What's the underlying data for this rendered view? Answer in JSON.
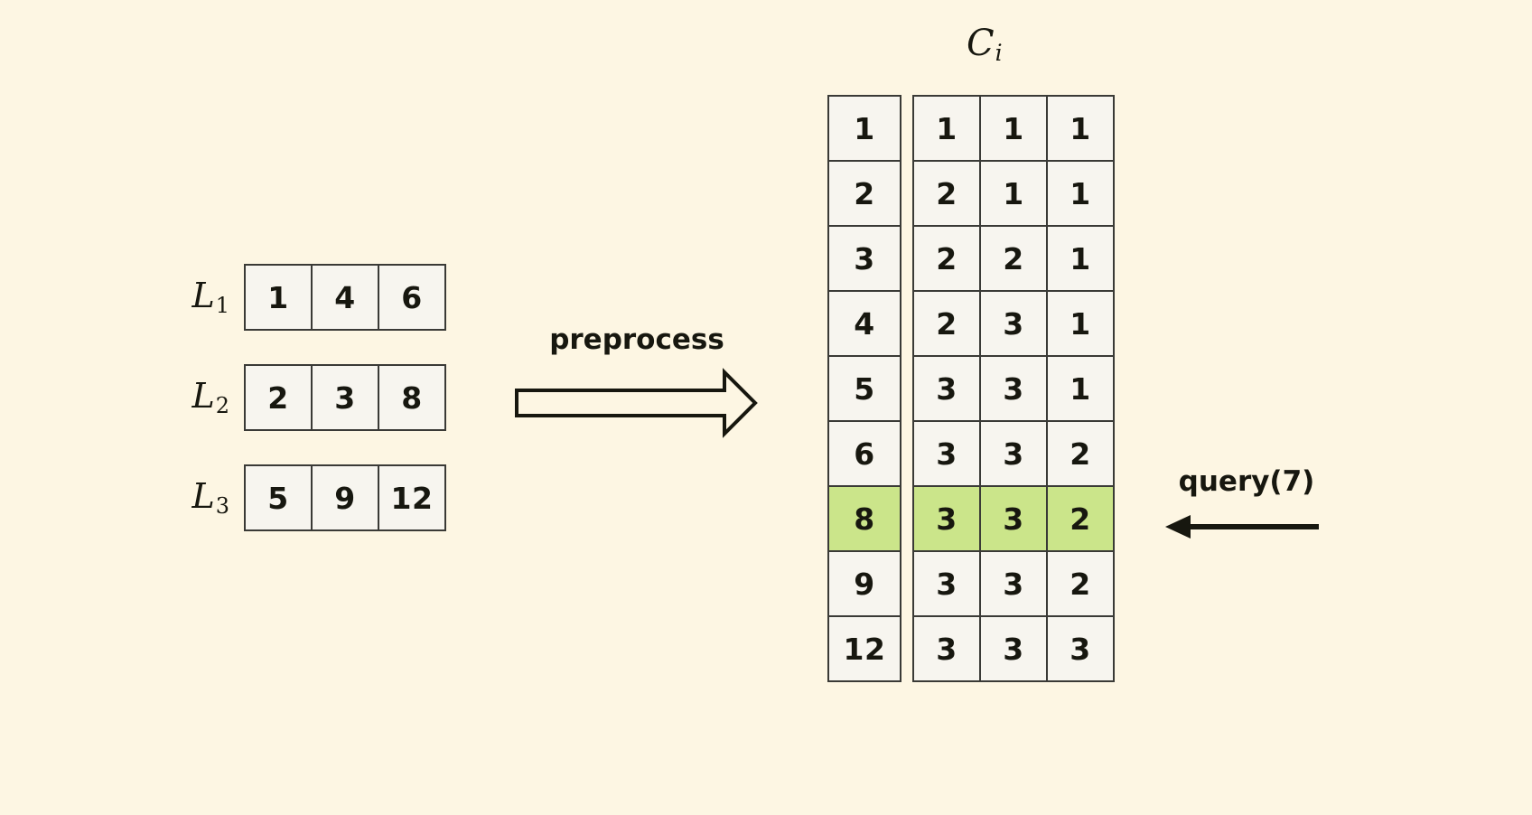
{
  "figure": {
    "background_color": "#fdf6e3",
    "cell_fill": "#f7f5ef",
    "cell_border": "#3a3a36",
    "highlight_color": "#cbe58a",
    "text_color": "#17170f"
  },
  "lists": [
    {
      "label": "L",
      "subscript": "1",
      "values": [
        "1",
        "4",
        "6"
      ]
    },
    {
      "label": "L",
      "subscript": "2",
      "values": [
        "2",
        "3",
        "8"
      ]
    },
    {
      "label": "L",
      "subscript": "3",
      "values": [
        "5",
        "9",
        "12"
      ]
    }
  ],
  "preprocess": {
    "label": "preprocess",
    "arrow_direction": "right"
  },
  "catalog": {
    "header": "C",
    "header_subscript": "i",
    "keys": [
      "1",
      "2",
      "3",
      "4",
      "5",
      "6",
      "8",
      "9",
      "12"
    ],
    "rows": [
      [
        "1",
        "1",
        "1"
      ],
      [
        "2",
        "1",
        "1"
      ],
      [
        "2",
        "2",
        "1"
      ],
      [
        "2",
        "3",
        "1"
      ],
      [
        "3",
        "3",
        "1"
      ],
      [
        "3",
        "3",
        "2"
      ],
      [
        "3",
        "3",
        "2"
      ],
      [
        "3",
        "3",
        "2"
      ],
      [
        "3",
        "3",
        "3"
      ]
    ],
    "highlighted_row_index": 6,
    "highlighted_key": "8"
  },
  "query": {
    "label": "query(7)",
    "arrow_direction": "left"
  }
}
